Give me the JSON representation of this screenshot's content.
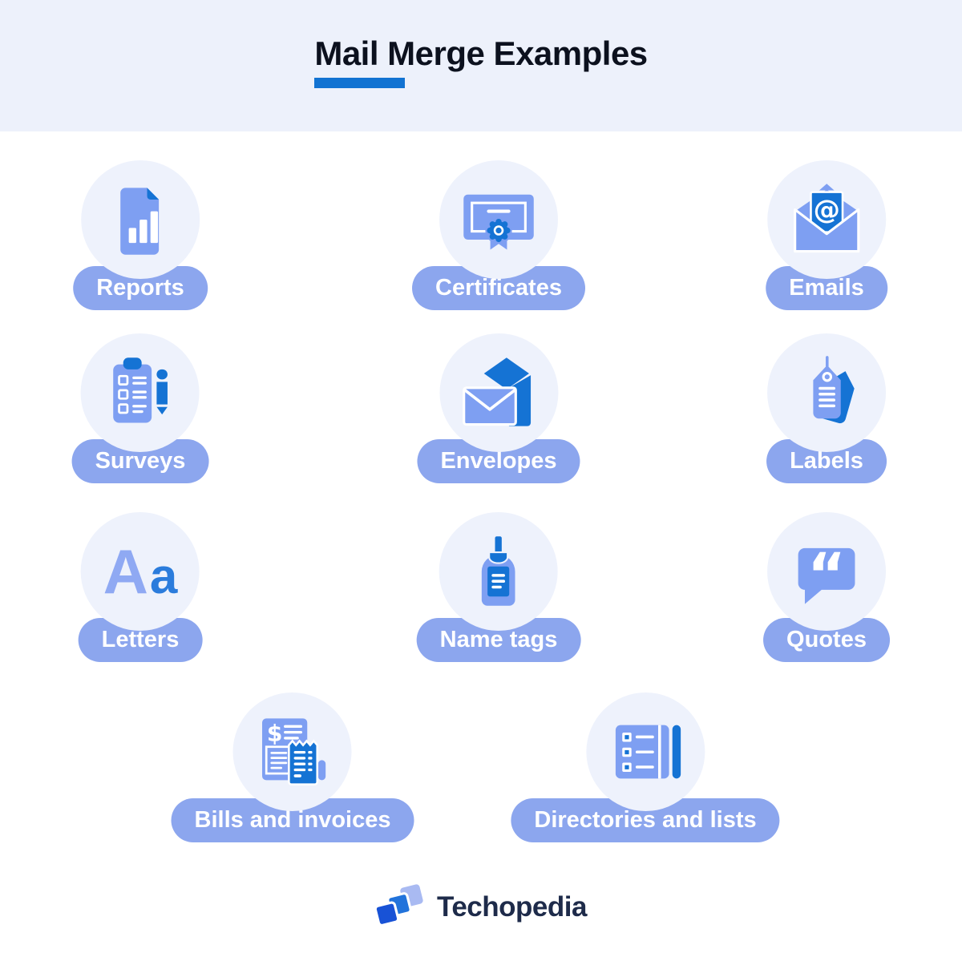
{
  "page": {
    "title": "Mail Merge Examples",
    "brand": "Techopedia"
  },
  "items": [
    {
      "label": "Reports"
    },
    {
      "label": "Certificates"
    },
    {
      "label": "Emails"
    },
    {
      "label": "Surveys"
    },
    {
      "label": "Envelopes"
    },
    {
      "label": "Labels"
    },
    {
      "label": "Letters"
    },
    {
      "label": "Name tags"
    },
    {
      "label": "Quotes"
    },
    {
      "label": "Bills and invoices"
    },
    {
      "label": "Directories and lists"
    }
  ],
  "glyphs": {
    "letters_upper": "A",
    "letters_lower": "a",
    "email_at": "@",
    "dollar": "$",
    "quote": "“"
  },
  "colors": {
    "header_bg": "#EDF1FB",
    "title_underline": "#1273D2",
    "circle_bg": "#EEF2FC",
    "pill_bg": "#8CA6EE",
    "pill_text": "#FFFFFF",
    "icon_periwinkle": "#7E9FF2",
    "icon_blue": "#1573D4",
    "brand_navy": "#1E2B4A",
    "logo_deep_blue": "#1852D6",
    "logo_mid_blue": "#2273DB",
    "logo_light_blue": "#A9BAF2"
  }
}
